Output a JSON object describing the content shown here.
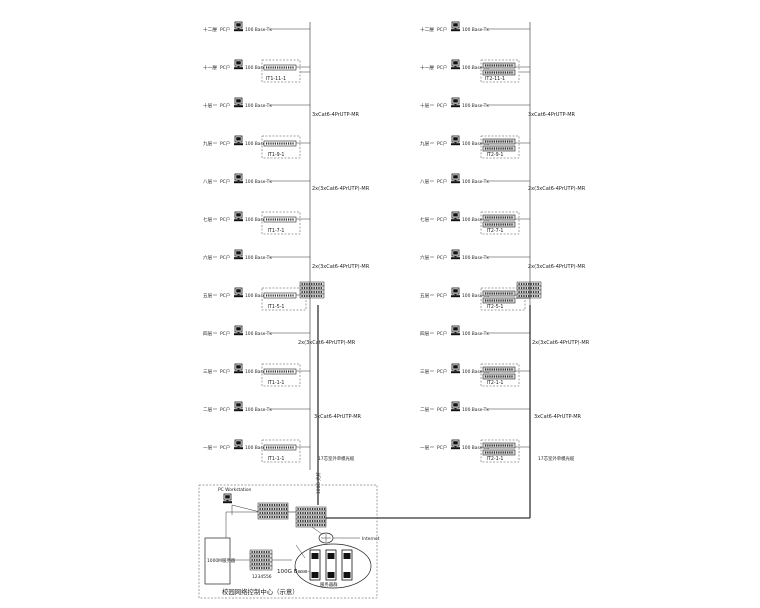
{
  "labels": {
    "pc": "PC户",
    "base_tx": "100 Base-Tx",
    "fiber_note": "17芯室外单模光缆",
    "cable_1fl": "3xCat6-4PrUTP-MR",
    "cable_upper": "3xCat6-4PrUTP-MR",
    "cable_mid": "2x(3xCat6-4PrUTP)-MR",
    "cable_low": "2x(3xCat6-4PrUTP)-MR",
    "pc_workstation": "PC Workstation",
    "internet": "Internet",
    "server_1000m": "1000M服务器",
    "base_fx": "100G Base-Fx",
    "server_group": "服务器群",
    "storage_label": "1234556",
    "center_title": "校园网络控制中心（示意）",
    "fiber_vert": "100G 光纤"
  },
  "left_building": {
    "floors": [
      {
        "name": "十二层"
      },
      {
        "name": "十一层"
      },
      {
        "name": "十层"
      },
      {
        "name": "九层"
      },
      {
        "name": "八层"
      },
      {
        "name": "七层"
      },
      {
        "name": "六层"
      },
      {
        "name": "五层"
      },
      {
        "name": "四层"
      },
      {
        "name": "三层"
      },
      {
        "name": "二层"
      },
      {
        "name": "一层"
      }
    ],
    "boxes": [
      "IT1-11-1",
      "IT1-9-1",
      "IT1-7-1",
      "IT1-5-1",
      "IT1-1-1",
      "IT1-1-1"
    ]
  },
  "right_building": {
    "floors": [
      {
        "name": "十二层"
      },
      {
        "name": "十一层"
      },
      {
        "name": "十层"
      },
      {
        "name": "九层"
      },
      {
        "name": "八层"
      },
      {
        "name": "七层"
      },
      {
        "name": "六层"
      },
      {
        "name": "五层"
      },
      {
        "name": "四层"
      },
      {
        "name": "三层"
      },
      {
        "name": "二层"
      },
      {
        "name": "一层"
      }
    ],
    "boxes": [
      "IT2-11-1",
      "IT2-9-1",
      "IT2-7-1",
      "IT2-5-1",
      "IT2-1-1",
      "IT2-1-1"
    ]
  }
}
